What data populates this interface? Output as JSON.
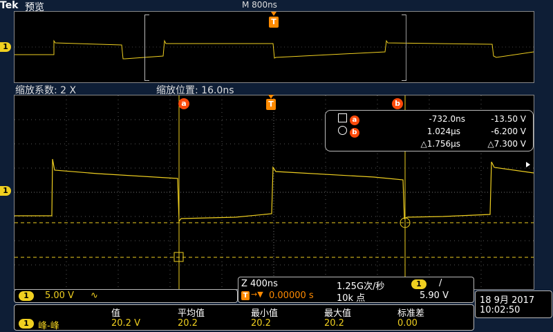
{
  "header": {
    "brand": "Tek",
    "mode_label": "预览",
    "timebase": "M 800ns"
  },
  "zoom": {
    "factor_label": "缩放系数: 2 X",
    "position_label": "缩放位置: 16.0ns"
  },
  "markers": {
    "channel": "1",
    "trigger": "T",
    "cursor_a": "a",
    "cursor_b": "b"
  },
  "cursor_readout": {
    "a_time": "-732.0ns",
    "a_volt": "-13.50 V",
    "b_time": "1.024µs",
    "b_volt": "-6.200 V",
    "delta_time": "△1.756µs",
    "delta_volt": "△7.300 V"
  },
  "channel_setting": {
    "channel": "1",
    "scale": "5.00 V",
    "coupling_symbol": "∿"
  },
  "acquisition": {
    "zoom_timebase": "Z 400ns",
    "sample_rate": "1.25G次/秒",
    "trigger_channel": "1",
    "trigger_slope": "/",
    "trigger_position": "0.00000 s",
    "record_length": "10k 点",
    "trigger_level": "5.90 V"
  },
  "datetime": {
    "date": "18 9月   2017",
    "time": "10:02:50"
  },
  "measurements": {
    "headers": [
      "值",
      "平均值",
      "最小值",
      "最大值",
      "标准差"
    ],
    "row": {
      "channel": "1",
      "name": "峰-峰",
      "values": [
        "20.2 V",
        "20.2",
        "20.2",
        "20.2",
        "0.00"
      ]
    }
  },
  "colors": {
    "trace": "#f0d020",
    "cursor": "#ff4a0a",
    "trigger": "#ff8a00",
    "background": "#0e1e36"
  }
}
